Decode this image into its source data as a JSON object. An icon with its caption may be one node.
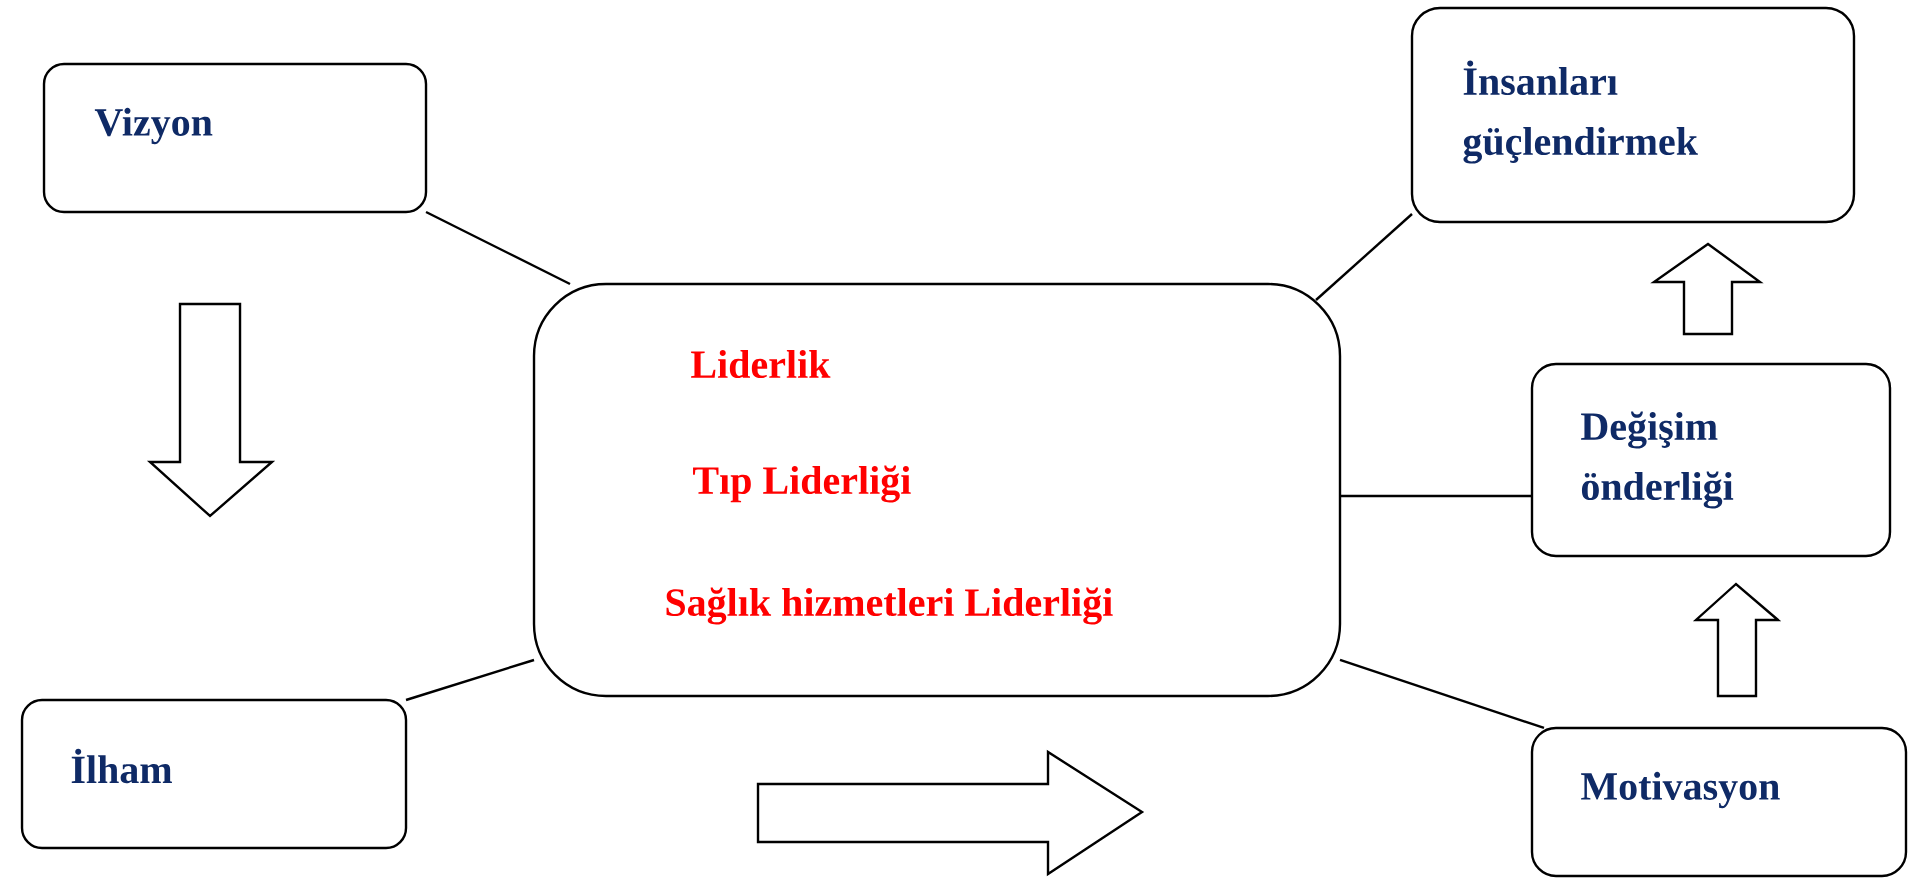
{
  "diagram": {
    "nodes": [
      {
        "text": [
          "Vizyon"
        ]
      },
      {
        "text": [
          "İnsanları güçlendirmek"
        ]
      },
      {
        "text": [
          "Liderlik",
          "Tıp Liderliği",
          "Sağlık hizmetleri Liderliği"
        ]
      },
      {
        "text": [
          "Değişim önderliği"
        ]
      },
      {
        "text": [
          "İlham"
        ]
      },
      {
        "text": [
          "Motivasyon"
        ]
      }
    ],
    "edges": [
      {
        "from": 0,
        "to": 2,
        "arrow": "none"
      },
      {
        "from": 2,
        "to": 1,
        "arrow": "none"
      },
      {
        "from": 2,
        "to": 3,
        "arrow": "none"
      },
      {
        "from": 4,
        "to": 2,
        "arrow": "none"
      },
      {
        "from": 2,
        "to": 5,
        "arrow": "none"
      },
      {
        "from": 5,
        "to": 3,
        "arrow": "to"
      },
      {
        "from": 3,
        "to": 1,
        "arrow": "to"
      }
    ]
  }
}
